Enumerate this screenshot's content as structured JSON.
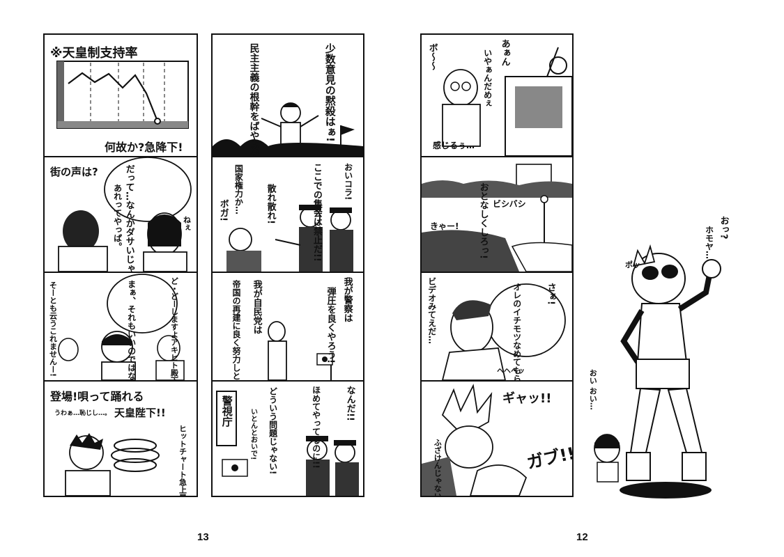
{
  "page13": {
    "number": "13",
    "left_strip": {
      "panel1": {
        "chart_title": "※天皇制支持率",
        "caption": "何故か?急降下!"
      },
      "panel2": {
        "caption": "街の声は?",
        "bubble": "だって…なんかダサいじゃさまぁ",
        "side": "あれってやっぱ。",
        "nee": "ねぇ"
      },
      "panel3": {
        "bubble": "まぁ、それもいいのではないですか。",
        "side": "ど・どーしますよアキヒト殿下",
        "side2": "そーとも云うこれませんー!"
      },
      "panel4": {
        "title": "登場!唄って踊れる",
        "title2": "天皇陛下!!",
        "small": "うわぁ…恥じし…。",
        "side": "ヒットチャート急上昇!!"
      }
    },
    "right_strip": {
      "panel1": {
        "speech1": "少数意見の黙殺はぁ!",
        "speech2": "民主主義の根幹をばやるがしぃ!"
      },
      "panel2": {
        "speech1": "おいコラ!",
        "speech2": "ここでの集会は禁止だ!!",
        "speech3": "散れ散れ!",
        "speech4": "国家権力か…",
        "speech5": "ボガ!"
      },
      "panel3": {
        "speech1": "我が警察は",
        "speech2": "弾圧を良くやろう!",
        "speech3": "我が自民党は",
        "speech4": "帝国の再建に良く努力しとる!"
      },
      "panel4": {
        "sign": "警視庁",
        "speech1": "なんだ!!",
        "speech2": "ほめてやってるのに!!",
        "speech3": "どういう問題じゃない!",
        "speech4": "いとんとおいで!"
      }
    }
  },
  "page12": {
    "number": "12",
    "strip": {
      "panel1": {
        "speech1": "あぁん",
        "speech2": "いやぁんだめぇ",
        "speech3": "ボ〜〜",
        "speech4": "感じるぅ…"
      },
      "panel2": {
        "speech1": "おとなしくしろっ!",
        "speech2": "ビシバシ",
        "speech3": "きゃー!"
      },
      "panel3": {
        "speech1": "さぁ!",
        "speech2": "オレのイチモツなめてもらおうか…",
        "speech3": "ビデオみてえだ…",
        "sfx": "ヘヘヘッ"
      },
      "panel4": {
        "sfx1": "ギャッ!!",
        "sfx2": "ガブ!!",
        "speech1": "ふざけんじゃないわよっ"
      }
    },
    "figure": {
      "speech1": "おっ?",
      "speech2": "ホモヤ…",
      "sfx": "ポッ",
      "speech3": "おい おい…"
    }
  }
}
